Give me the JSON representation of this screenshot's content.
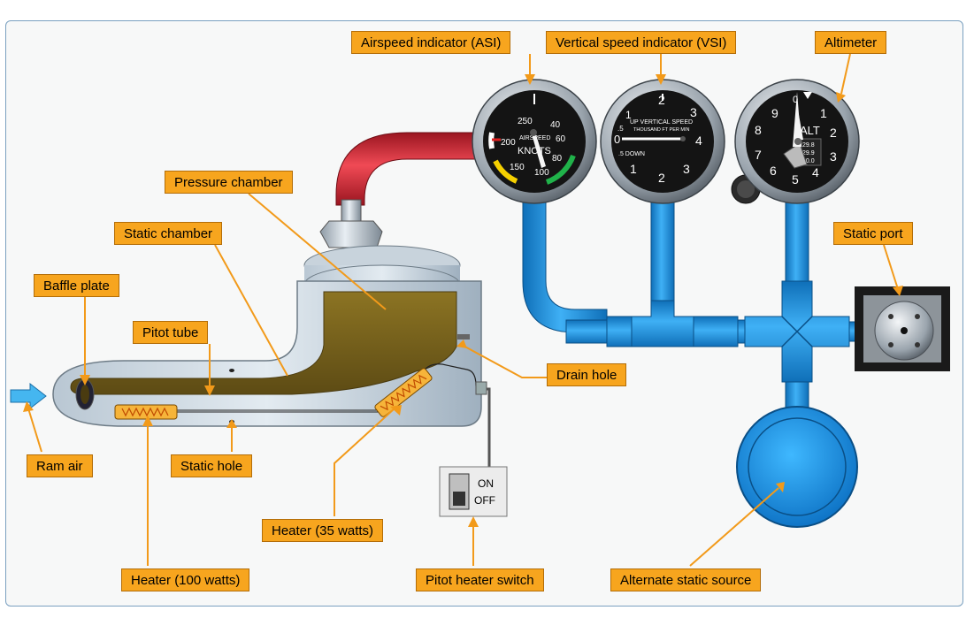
{
  "labels": {
    "airspeed_indicator": "Airspeed indicator (ASI)",
    "vertical_speed_indicator": "Vertical speed indicator (VSI)",
    "altimeter": "Altimeter",
    "pressure_chamber": "Pressure chamber",
    "static_chamber": "Static chamber",
    "static_port": "Static port",
    "baffle_plate": "Baffle plate",
    "pitot_tube": "Pitot tube",
    "drain_hole": "Drain hole",
    "ram_air": "Ram air",
    "static_hole": "Static hole",
    "heater_35": "Heater (35 watts)",
    "heater_100": "Heater (100 watts)",
    "pitot_heater_switch": "Pitot heater switch",
    "alternate_static_source": "Alternate static source"
  },
  "switch": {
    "on": "ON",
    "off": "OFF"
  },
  "asi": {
    "line1": "AIRSPEED",
    "line2": "KNOTS",
    "ticks": [
      "250",
      "40",
      "200",
      "60",
      "80",
      "150",
      "100"
    ]
  },
  "vsi": {
    "line1": "UP VERTICAL SPEED",
    "line2": "THOUSAND FT PER MIN",
    "down": ".5 DOWN",
    "up_half": ".5",
    "numbers": [
      "1",
      "2",
      "3",
      "4",
      "3",
      "2",
      "1",
      "0"
    ]
  },
  "altimeter_face": {
    "label": "ALT",
    "numbers": [
      "0",
      "1",
      "2",
      "3",
      "4",
      "5",
      "6",
      "7",
      "8",
      "9"
    ],
    "kollsman": [
      "29.8",
      "29.9",
      "30.0"
    ]
  },
  "colors": {
    "label_fill": "#f7a51e",
    "static_line": "#1a8fe0",
    "pitot_line": "#d4262f",
    "chamber_fill": "#7b6420"
  }
}
